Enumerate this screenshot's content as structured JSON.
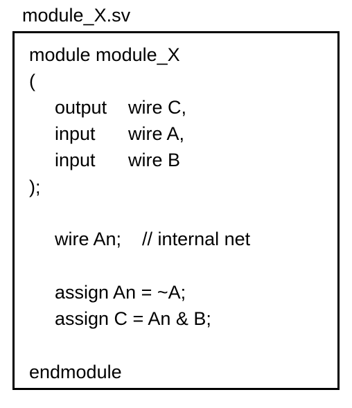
{
  "file": {
    "name": "module_X.sv"
  },
  "code": {
    "module_decl": "module module_X",
    "open_paren": "(",
    "ports": [
      {
        "direction": "output",
        "decl": "wire C,"
      },
      {
        "direction": "input",
        "decl": "wire A,"
      },
      {
        "direction": "input",
        "decl": "wire B"
      }
    ],
    "close_paren": ");",
    "wire_decl": "wire An;    // internal net",
    "assigns": [
      "assign An = ~A;",
      "assign C = An & B;"
    ],
    "endmodule": "endmodule"
  }
}
